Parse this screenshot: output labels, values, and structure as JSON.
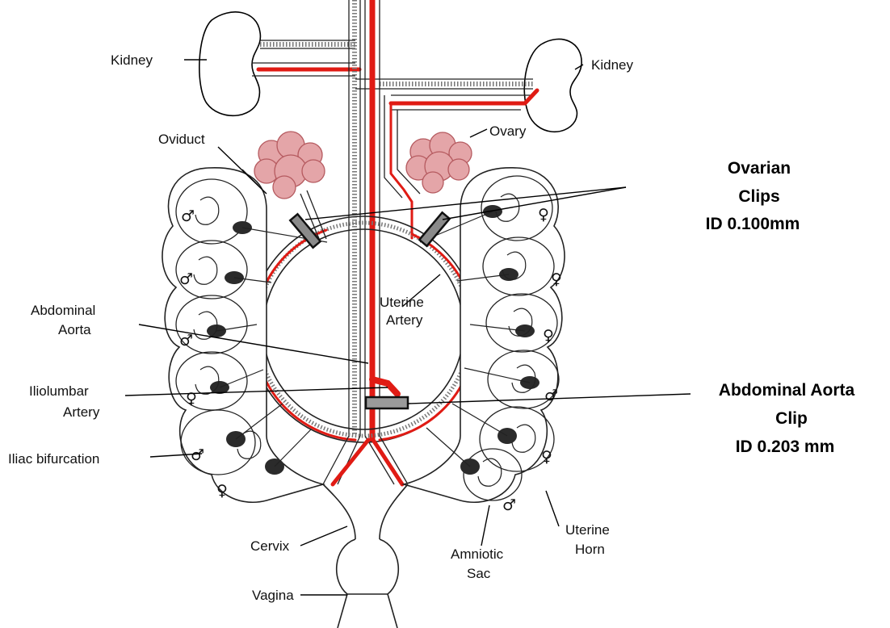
{
  "labels": {
    "kidney_left": "Kidney",
    "kidney_right": "Kidney",
    "oviduct": "Oviduct",
    "ovary": "Ovary",
    "abdominal_aorta_line1": "Abdominal",
    "abdominal_aorta_line2": "Aorta",
    "iliolumbar_line1": "Iliolumbar",
    "iliolumbar_line2": "Artery",
    "iliac_bifurcation": "Iliac bifurcation",
    "uterine_artery_line1": "Uterine",
    "uterine_artery_line2": "Artery",
    "cervix": "Cervix",
    "vagina": "Vagina",
    "amniotic_line1": "Amniotic",
    "amniotic_line2": "Sac",
    "uterine_horn_line1": "Uterine",
    "uterine_horn_line2": "Horn"
  },
  "callouts": {
    "ovarian_clips_line1": "Ovarian",
    "ovarian_clips_line2": "Clips",
    "ovarian_clips_line3": "ID 0.100mm",
    "aorta_clip_line1": "Abdominal Aorta",
    "aorta_clip_line2": "Clip",
    "aorta_clip_line3": "ID 0.203 mm"
  },
  "sex_symbols": {
    "male": "♂",
    "female": "♀"
  },
  "colors": {
    "artery": "#e01b14",
    "ovary": "#e4a5a8",
    "clip": "#8a8a8a"
  }
}
